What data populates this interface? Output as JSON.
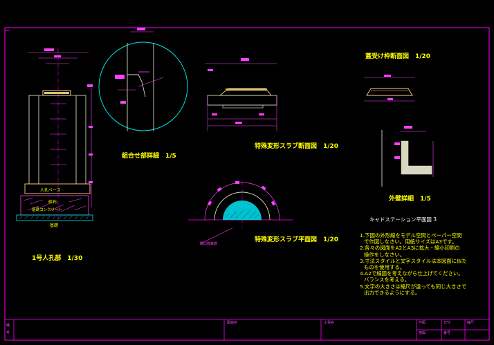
{
  "colors": {
    "background": "#000000",
    "frame": "#ff00ff",
    "dimension": "#ff40ff",
    "outline": "#ffffff",
    "title": "#ffff00",
    "fill_hatch": "#00e5ff",
    "circle": "#00e5e5",
    "concrete": "#d8d8c0"
  },
  "views": {
    "manhole_section": "1号人孔部　1/30",
    "joint_detail": "組合せ部詳細　1/5",
    "slab_section": "特殊変形スラブ断面図　1/20",
    "slab_plan": "特殊変形スラブ平面図　1/20",
    "frame_detail": "蓋受け枠断面図　1/20",
    "wall_detail": "外壁詳細　1/5"
  },
  "manhole_labels": {
    "base": "人孔ベース",
    "gravel": "砕石",
    "concrete": "基礎コンクリート",
    "foundation": "基礎"
  },
  "slab_plan_label": "開口部鉄筋",
  "notes": {
    "heading": "キャドステーション平面図 3",
    "lines": [
      "1.下図の外形線をモデル空間とペーパー空間",
      "で作図しなさい。用紙サイズはA3です。",
      "2.各々の図面をA2とA3に拡大・縮小印刷の",
      "操作をしなさい。",
      "3.寸法スタイルと文字スタイルは本図面に似た",
      "ものを使用する。",
      "4.A2で線図を考えながら仕上げてください。",
      "バランスを考える。",
      "5.文字の大きさは縮尺が違っても同じ大きさで",
      "出力できるようにする。"
    ]
  },
  "title_block": {
    "remarks": "備考",
    "drawing_name": "図面名",
    "project_name": "工事名",
    "drawn": "作図",
    "date": "日付",
    "scale": "縮尺",
    "checked": "検図",
    "number": "番号"
  }
}
